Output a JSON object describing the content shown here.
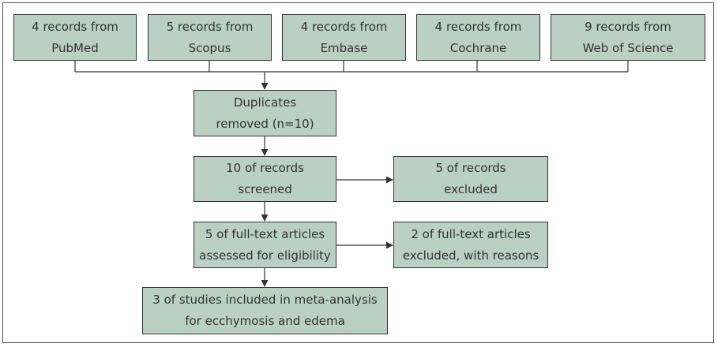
{
  "colors": {
    "box_fill": "#b9d0c2",
    "box_border": "#333333",
    "line": "#333333",
    "text": "#333333"
  },
  "sources": [
    {
      "line1": "4 records from",
      "line2": "PubMed"
    },
    {
      "line1": "5 records from",
      "line2": "Scopus"
    },
    {
      "line1": "4 records from",
      "line2": "Embase"
    },
    {
      "line1": "4 records from",
      "line2": "Cochrane"
    },
    {
      "line1": "9 records from",
      "line2": "Web of Science"
    }
  ],
  "duplicates": {
    "line1": "Duplicates",
    "line2": "removed (n=10)"
  },
  "screened": {
    "line1": "10 of records",
    "line2": "screened"
  },
  "excluded_records": {
    "line1": "5 of records",
    "line2": "excluded"
  },
  "fulltext": {
    "line1": "5 of full-text articles",
    "line2": "assessed for eligibility"
  },
  "excluded_fulltext": {
    "line1": "2 of full-text articles",
    "line2": "excluded, with reasons"
  },
  "included": {
    "line1": "3 of studies included in meta-analysis",
    "line2": "for ecchymosis and edema"
  }
}
